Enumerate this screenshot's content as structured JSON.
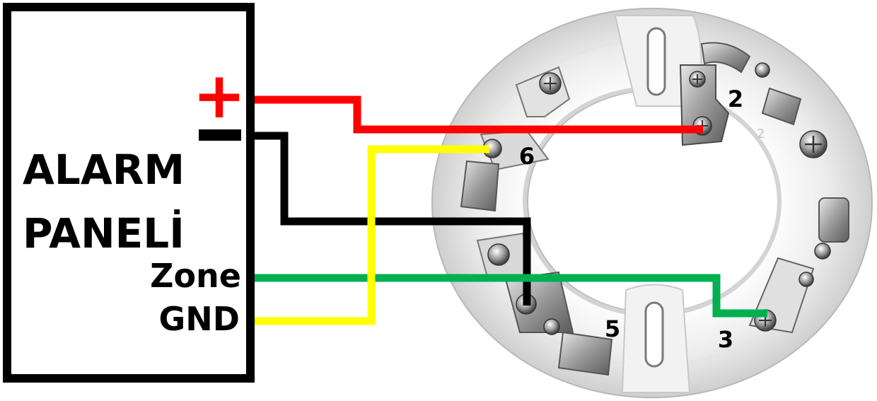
{
  "panel": {
    "line1": "ALARM",
    "line2": "PANELİ",
    "plus": "+",
    "minus": "–",
    "zone": "Zone",
    "gnd": "GND"
  },
  "terminals": {
    "t2": "2",
    "t6": "6",
    "t5": "5",
    "t3": "3",
    "base_mark": "2"
  },
  "wires": {
    "positive": "#ff0000",
    "negative": "#000000",
    "zone": "#00b050",
    "gnd": "#ffff00"
  }
}
